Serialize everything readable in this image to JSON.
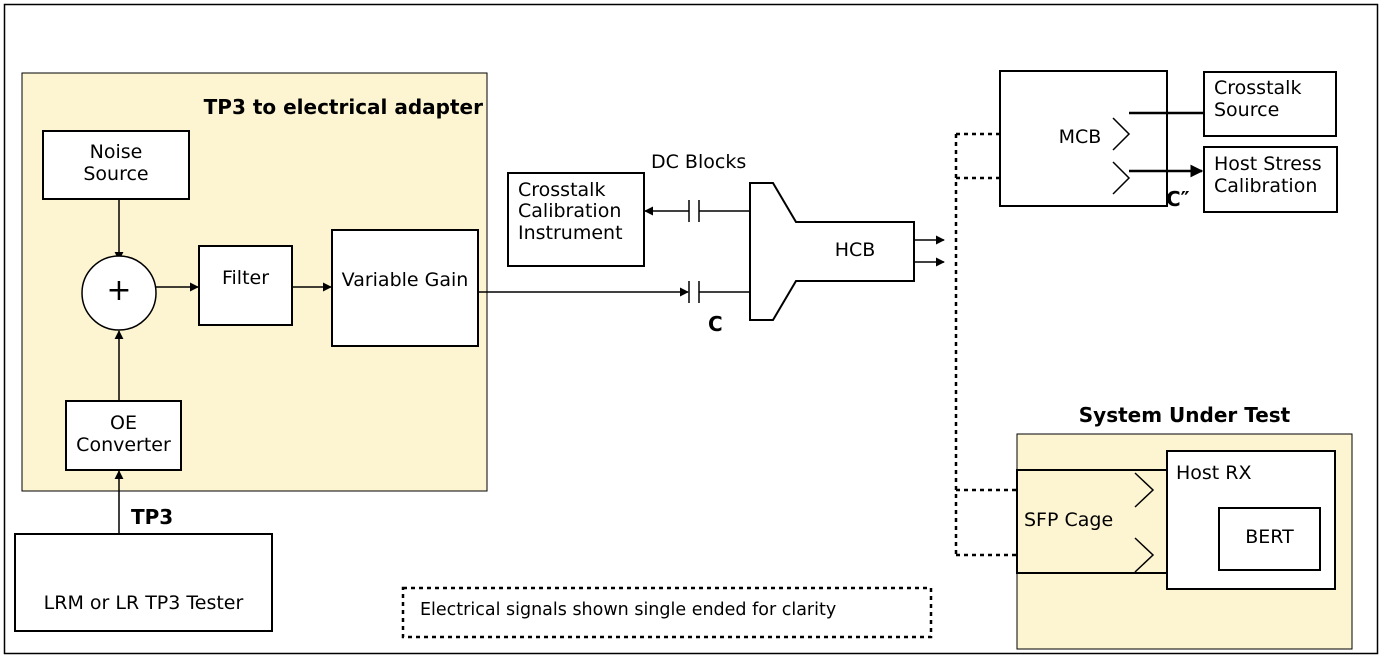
{
  "adapter": {
    "title": "TP3 to electrical adapter",
    "noise_source": [
      "Noise",
      "Source"
    ],
    "summer": "+",
    "filter": "Filter",
    "variable_gain": "Variable Gain",
    "oe_converter": [
      "OE",
      "Converter"
    ]
  },
  "tp3_label": "TP3",
  "tester": "LRM or LR TP3 Tester",
  "dc_blocks": "DC Blocks",
  "crosstalk_cal_instrument": [
    "Crosstalk",
    "Calibration",
    "Instrument"
  ],
  "point_c": "C",
  "hcb": "HCB",
  "mcb": "MCB",
  "crosstalk_source": [
    "Crosstalk",
    "Source"
  ],
  "host_stress_calibration": [
    "Host Stress",
    "Calibration"
  ],
  "point_c_double_prime": "C″",
  "system_under_test": {
    "title": "System Under Test",
    "host_rx": "Host RX",
    "sfp_cage": "SFP Cage",
    "bert": "BERT"
  },
  "note": "Electrical signals shown single ended for clarity",
  "colors": {
    "panel_fill": "#fdf5d2",
    "stroke": "#000000"
  }
}
